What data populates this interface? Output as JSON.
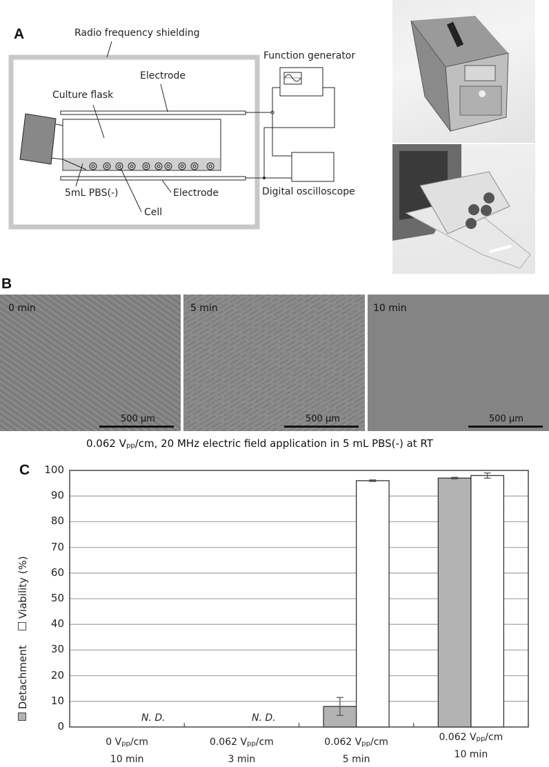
{
  "panel_a": {
    "letter": "A",
    "labels": {
      "shielding": "Radio frequency shielding",
      "electrode_top": "Electrode",
      "culture_flask": "Culture flask",
      "pbs": "5mL PBS(-)",
      "cell": "Cell",
      "electrode_bottom": "Electrode",
      "function_generator": "Function generator",
      "oscilloscope": "Digital oscilloscope"
    },
    "photos": [
      "shielded-device-photo",
      "flask-holder-photo"
    ]
  },
  "panel_b": {
    "letter": "B",
    "images": [
      {
        "time": "0 min",
        "scale": "500 µm",
        "density": "confluent"
      },
      {
        "time": "5 min",
        "scale": "500 µm",
        "density": "partially-detached"
      },
      {
        "time": "10 min",
        "scale": "500 µm",
        "density": "detached"
      }
    ],
    "caption_pre": "0.062 V",
    "caption_sub": "pp",
    "caption_post": "/cm, 20 MHz electric field application in 5 mL PBS(-) at RT"
  },
  "panel_c": {
    "letter": "C",
    "legend": {
      "detachment": "Detachment",
      "viability": "Viability (%)"
    },
    "nd_label": "N. D.",
    "yticks": [
      "0",
      "10",
      "20",
      "30",
      "40",
      "50",
      "60",
      "70",
      "80",
      "90",
      "100"
    ],
    "categories": [
      {
        "line1_pre": "0 V",
        "sub": "pp",
        "line1_post": "/cm",
        "line2": "10 min"
      },
      {
        "line1_pre": "0.062 V",
        "sub": "pp",
        "line1_post": "/cm",
        "line2": "3 min"
      },
      {
        "line1_pre": "0.062 V",
        "sub": "pp",
        "line1_post": "/cm",
        "line2": "5 min"
      },
      {
        "line1_pre": "0.062 V",
        "sub": "pp",
        "line1_post": "/cm",
        "line2": "10 min"
      }
    ]
  },
  "colors": {
    "detachment": "#b3b3b3",
    "viability": "#ffffff",
    "axis": "#444444",
    "grid": "#aaaaaa",
    "shielding": "#c8c8c8"
  },
  "chart_data": {
    "type": "bar",
    "title": "",
    "xlabel": "",
    "ylabel": "Detachment / Viability (%)",
    "ylim": [
      0,
      100
    ],
    "grid": true,
    "legend_position": "left (rotated, along y-axis)",
    "categories": [
      "0 Vpp/cm 10 min",
      "0.062 Vpp/cm 3 min",
      "0.062 Vpp/cm 5 min",
      "0.062 Vpp/cm 10 min"
    ],
    "series": [
      {
        "name": "Detachment",
        "values": [
          null,
          null,
          8,
          97
        ],
        "error": [
          null,
          null,
          3.5,
          0.3
        ]
      },
      {
        "name": "Viability (%)",
        "values": [
          null,
          null,
          96,
          98
        ],
        "error": [
          null,
          null,
          0.3,
          1.0
        ]
      }
    ],
    "annotations": [
      "N. D. (0 Vpp/cm, 10 min)",
      "N. D. (0.062 Vpp/cm, 3 min)"
    ]
  }
}
